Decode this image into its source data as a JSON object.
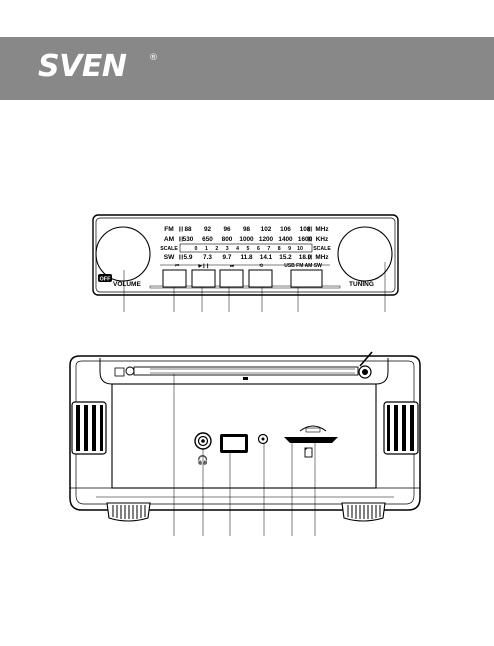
{
  "header": {
    "brand": "SVEN",
    "registered_mark": "®",
    "band_color": "#888888"
  },
  "front_panel": {
    "dial": {
      "bands": [
        {
          "name": "FM",
          "values": [
            "88",
            "92",
            "96",
            "98",
            "102",
            "106",
            "108"
          ],
          "unit": "MHz"
        },
        {
          "name": "AM",
          "values": [
            "530",
            "650",
            "800",
            "1000",
            "1200",
            "1400",
            "1600"
          ],
          "unit": "KHz"
        },
        {
          "name": "SCALE",
          "values": [
            "0",
            "1",
            "2",
            "3",
            "4",
            "5",
            "6",
            "7",
            "8",
            "9",
            "10"
          ],
          "unit": "SCALE"
        },
        {
          "name": "SW",
          "values": [
            "5.9",
            "7.3",
            "9.7",
            "11.8",
            "14.1",
            "15.2",
            "18.0"
          ],
          "unit": "MHz"
        }
      ],
      "button_row_label": "USB FM AM SW"
    },
    "off_label": "OFF",
    "volume_label": "VOLUME",
    "tuning_label": "TUNING"
  }
}
